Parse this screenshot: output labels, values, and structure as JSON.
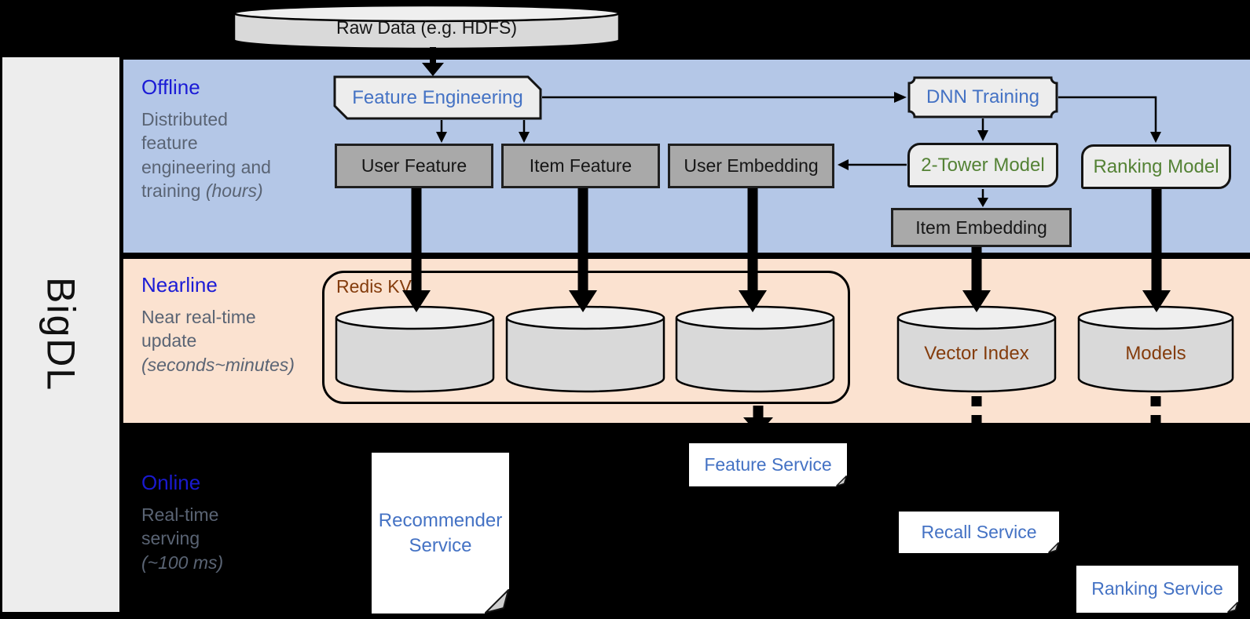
{
  "diagram_title": "BigDL",
  "colors": {
    "band_offline": "#B4C7E7",
    "band_nearline": "#FBE2D0",
    "band_online": "#000000",
    "accent_blue_text": "#4472C4",
    "band_title_blue": "#1B1BD6",
    "description_gray": "#5A6474",
    "green_model_text": "#548235",
    "brown_store_text": "#843C0C",
    "dark_box_fill": "#A9A9A9",
    "light_box_fill": "#EDEDED",
    "cylinder_body": "#D9D9D9",
    "cylinder_top": "#EFEFEF"
  },
  "sidebar": {
    "label": "BigDL"
  },
  "raw_data": {
    "label": "Raw Data (e.g. HDFS)"
  },
  "offline": {
    "title": "Offline",
    "description": "Distributed\nfeature\nengineering and\ntraining",
    "description_note": "(hours)",
    "nodes": {
      "feature_engineering": "Feature Engineering",
      "dnn_training": "DNN Training",
      "user_feature": "User Feature",
      "item_feature": "Item Feature",
      "user_embedding": "User Embedding",
      "two_tower_model": "2-Tower Model",
      "ranking_model": "Ranking Model",
      "item_embedding": "Item Embedding"
    }
  },
  "nearline": {
    "title": "Nearline",
    "description": "Near real-time\nupdate",
    "description_note": "(seconds~minutes)",
    "redis_group_label": "Redis KV",
    "stores": {
      "vector_index": "Vector Index",
      "models": "Models"
    }
  },
  "online": {
    "title": "Online",
    "description": "Real-time\nserving",
    "description_note": "(~100 ms)",
    "services": {
      "recommender": "Recommender Service",
      "feature": "Feature Service",
      "recall": "Recall Service",
      "ranking": "Ranking Service"
    }
  }
}
